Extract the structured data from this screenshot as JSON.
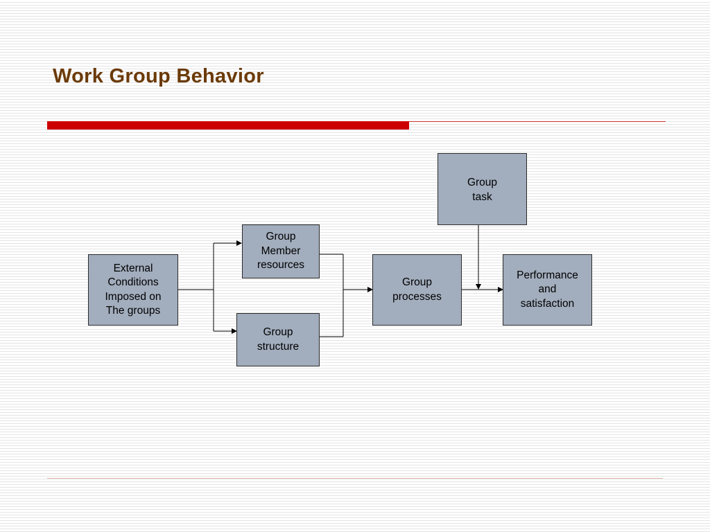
{
  "slide": {
    "title": "Work Group Behavior"
  },
  "diagram": {
    "nodes": {
      "external_conditions": "External\nConditions\nImposed on\nThe groups",
      "member_resources": "Group\nMember\nresources",
      "group_structure": "Group\nstructure",
      "group_processes": "Group\nprocesses",
      "group_task": "Group\ntask",
      "performance": "Performance\nand\nsatisfaction"
    },
    "edges": [
      {
        "from": "external_conditions",
        "to": "member_resources"
      },
      {
        "from": "external_conditions",
        "to": "group_structure"
      },
      {
        "from": "member_resources",
        "to": "group_processes"
      },
      {
        "from": "group_structure",
        "to": "group_processes"
      },
      {
        "from": "group_processes",
        "to": "performance"
      },
      {
        "from": "group_task",
        "to": "performance"
      }
    ]
  },
  "colors": {
    "title": "#6b3a07",
    "accent": "#cc0000",
    "box_fill": "#a2adbd"
  }
}
